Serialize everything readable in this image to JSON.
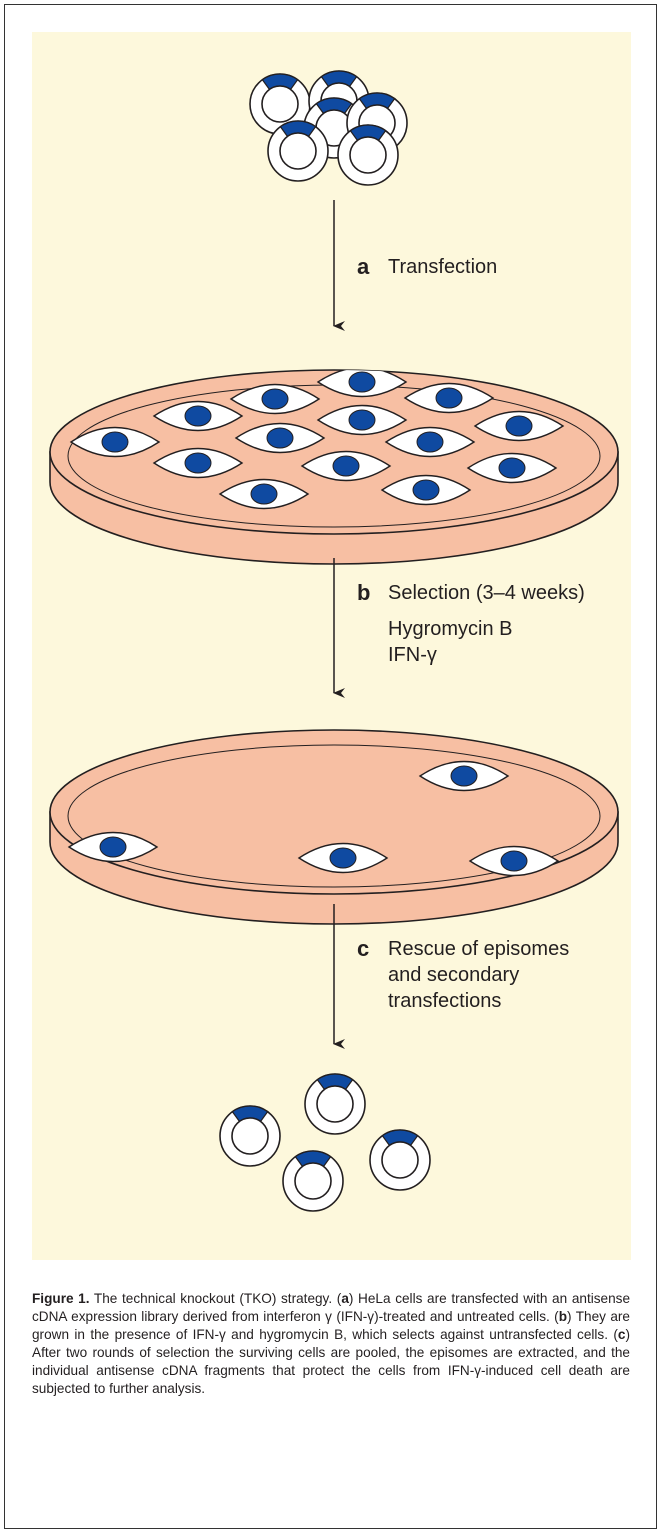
{
  "steps": [
    {
      "letter": "a",
      "title": "Transfection",
      "details": []
    },
    {
      "letter": "b",
      "title": "Selection (3–4 weeks)",
      "details": [
        "Hygromycin B",
        "IFN-γ"
      ]
    },
    {
      "letter": "c",
      "title": "Rescue of episomes",
      "details": [
        "and secondary",
        "transfections"
      ]
    }
  ],
  "caption": {
    "label": "Figure 1.",
    "segments": [
      {
        "t": " The technical knockout (TKO) strategy. (",
        "b": false
      },
      {
        "t": "a",
        "b": true
      },
      {
        "t": ") HeLa cells are transfected with an antisense cDNA expression library derived from interferon γ (IFN-γ)-treated and untreated cells. (",
        "b": false
      },
      {
        "t": "b",
        "b": true
      },
      {
        "t": ") They are grown in the presence of IFN-γ and hygromycin B, which selects against untransfected cells. (",
        "b": false
      },
      {
        "t": "c",
        "b": true
      },
      {
        "t": ") After two rounds of selection the surviving cells are pooled, the episomes are extracted, and the individual antisense cDNA fragments that protect the cells from IFN-γ-induced cell death are subjected to further analysis.",
        "b": false
      }
    ]
  },
  "colors": {
    "panel_background": "#fdf8dc",
    "dish_fill": "#f7bfa3",
    "nucleus_blue": "#0f4aa1",
    "outline": "#231f20"
  }
}
